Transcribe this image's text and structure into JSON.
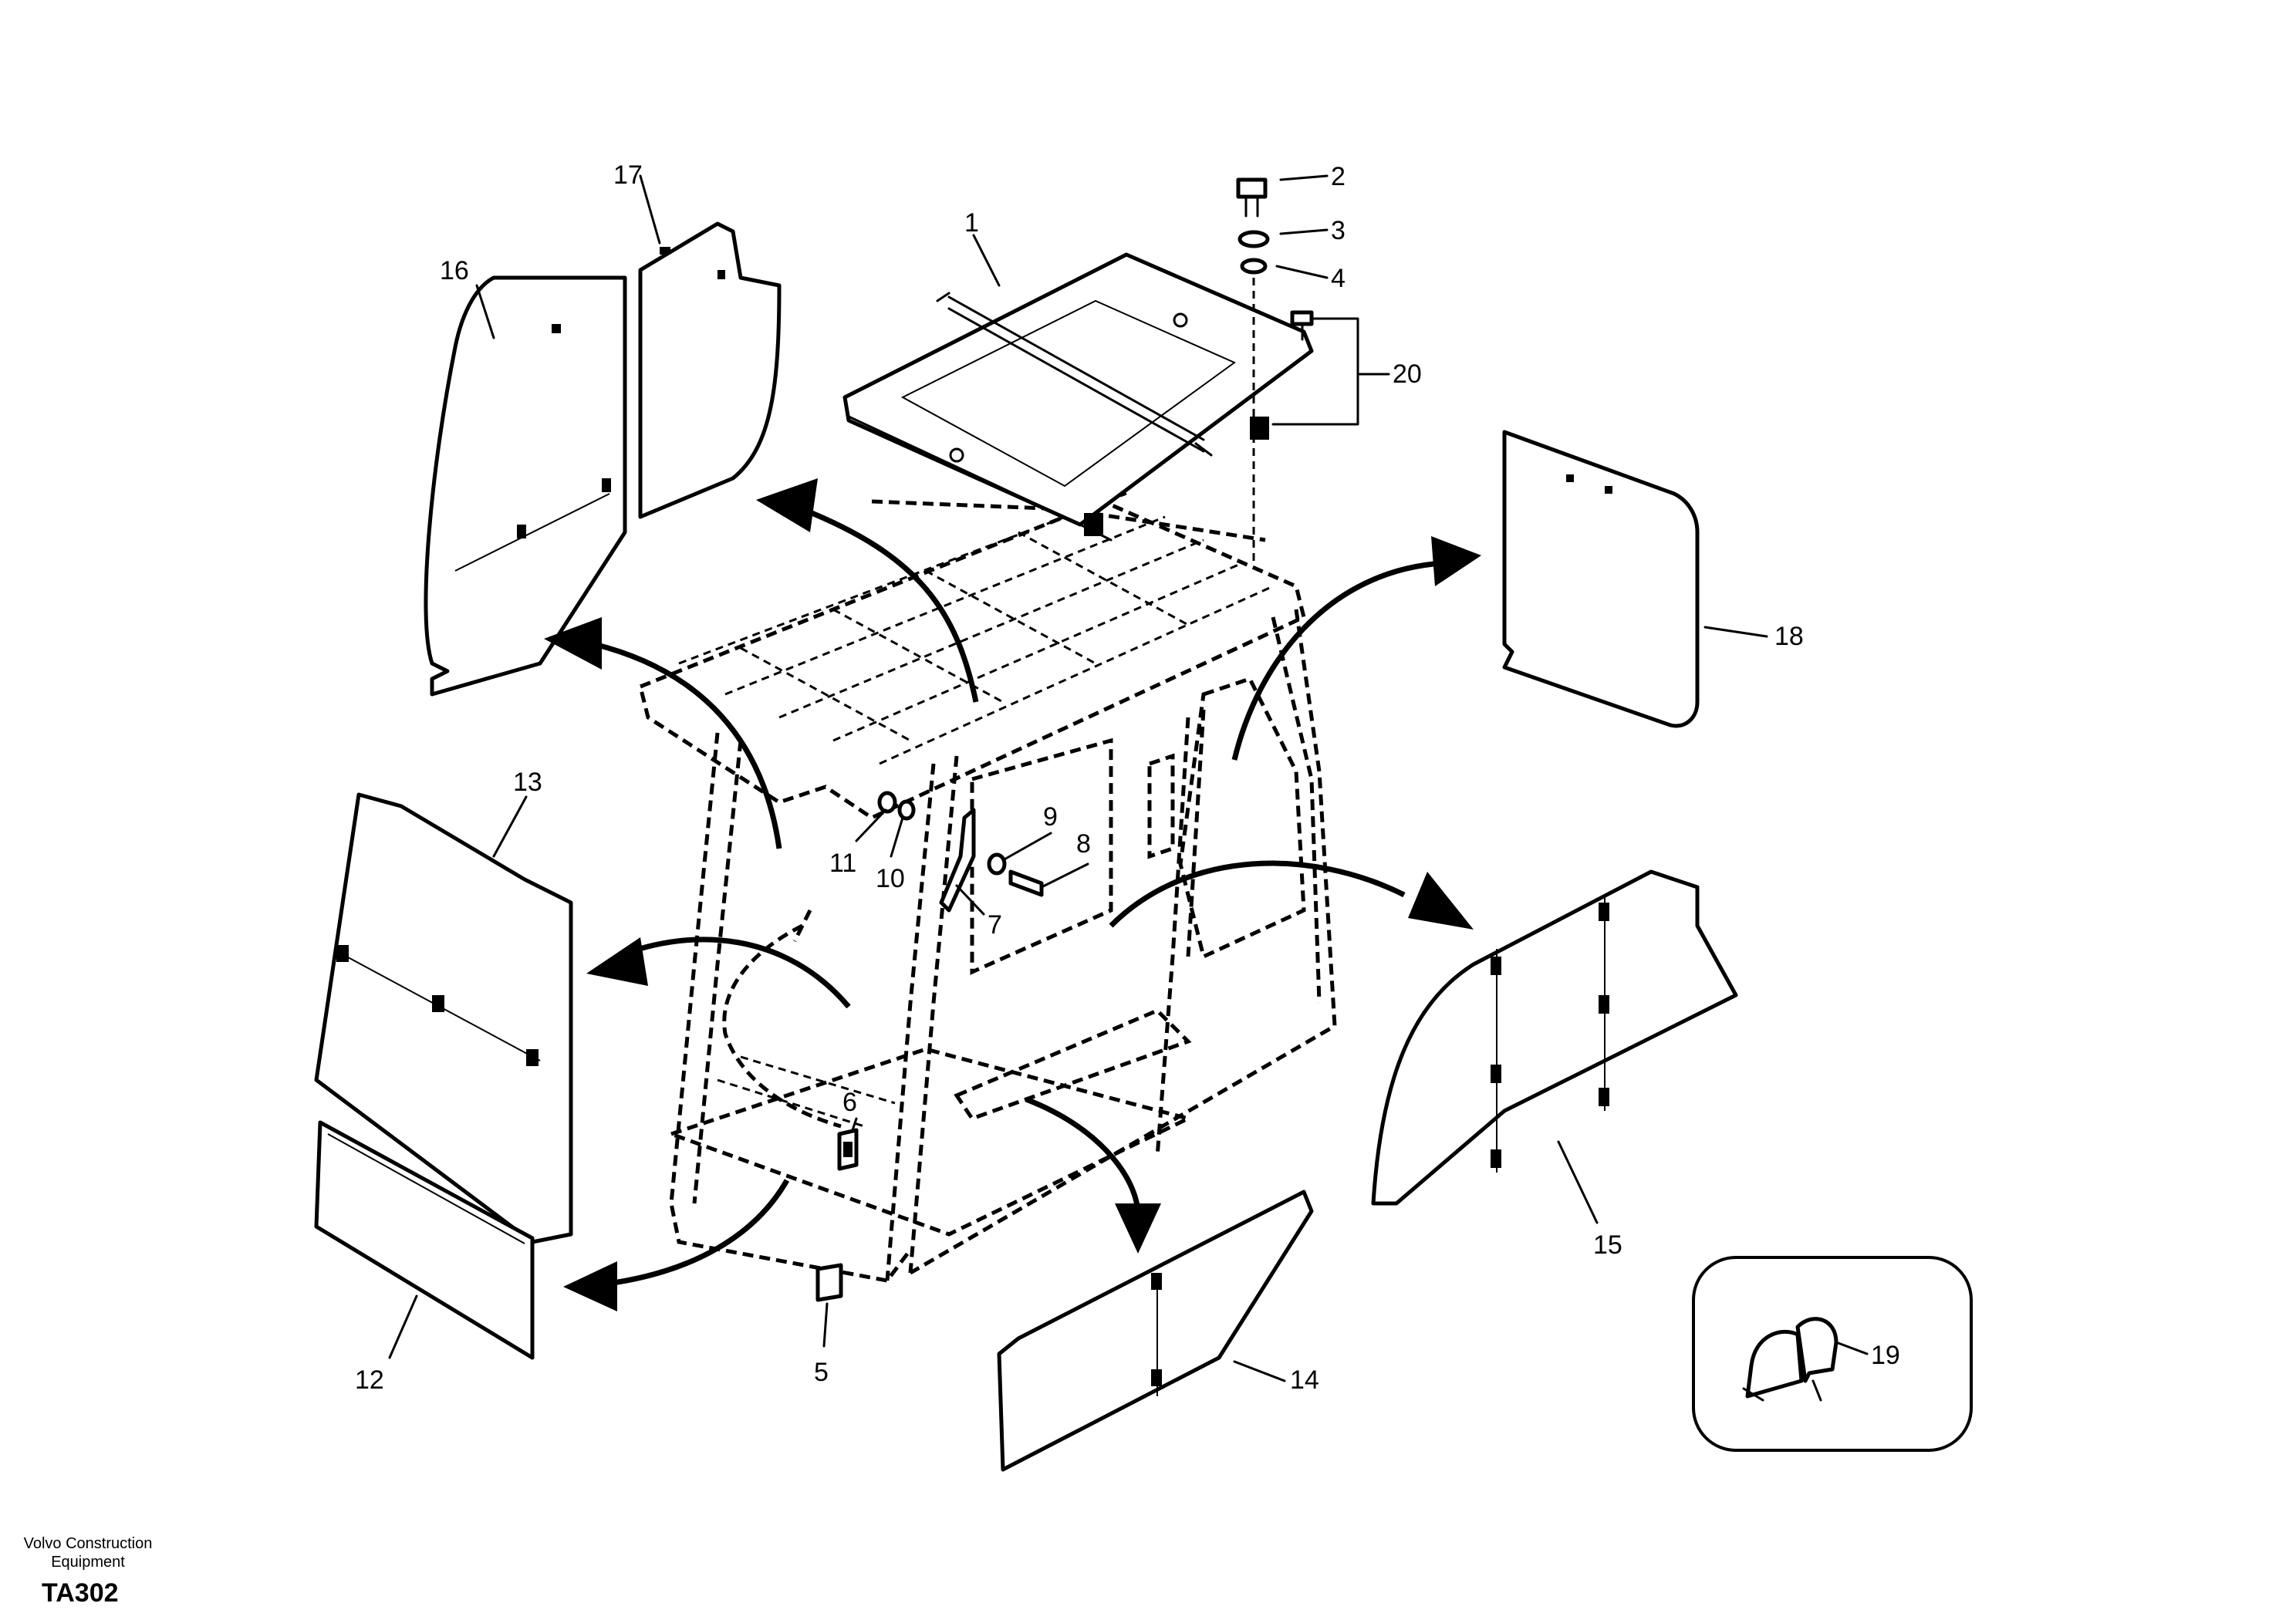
{
  "figure": {
    "code": "TA302",
    "brand_line_1": "Volvo Construction",
    "brand_line_2": "Equipment"
  },
  "callouts": [
    "1",
    "2",
    "3",
    "4",
    "5",
    "6",
    "7",
    "8",
    "9",
    "10",
    "11",
    "12",
    "13",
    "14",
    "15",
    "16",
    "17",
    "18",
    "19",
    "20"
  ]
}
